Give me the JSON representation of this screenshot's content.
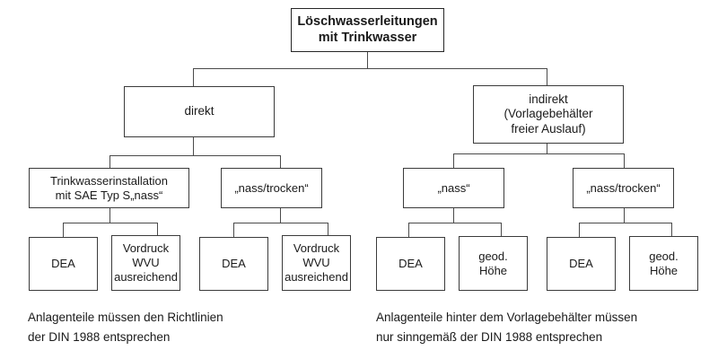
{
  "diagram": {
    "title_node": {
      "name": "root",
      "label": "Löschwasserleitungen\nmit Trinkwasser"
    },
    "level2": [
      {
        "name": "direkt",
        "label": "direkt"
      },
      {
        "name": "indirekt",
        "label": "indirekt\n(Vorlagebehälter\nfreier Auslauf)"
      }
    ],
    "level3": [
      {
        "name": "trinkwasserinstallation-sae",
        "label": "Trinkwasserinstallation\nmit SAE Typ S„nass“"
      },
      {
        "name": "nass-trocken-links",
        "label": "„nass/trocken“"
      },
      {
        "name": "nass-rechts",
        "label": "„nass“"
      },
      {
        "name": "nass-trocken-rechts",
        "label": "„nass/trocken“"
      }
    ],
    "leaves": [
      {
        "name": "dea-1",
        "label": "DEA"
      },
      {
        "name": "vordruck-wvu-1",
        "label": "Vordruck\nWVU\nausreichend"
      },
      {
        "name": "dea-2",
        "label": "DEA"
      },
      {
        "name": "vordruck-wvu-2",
        "label": "Vordruck\nWVU\nausreichend"
      },
      {
        "name": "dea-3",
        "label": "DEA"
      },
      {
        "name": "geod-hoehe-1",
        "label": "geod.\nHöhe"
      },
      {
        "name": "dea-4",
        "label": "DEA"
      },
      {
        "name": "geod-hoehe-2",
        "label": "geod.\nHöhe"
      }
    ],
    "captions": [
      {
        "name": "caption-left",
        "text": "Anlagenteile müssen den Richtlinien\nder DIN 1988 entsprechen"
      },
      {
        "name": "caption-right",
        "text": "Anlagenteile hinter dem Vorlagebehälter müssen\nnur sinngemäß der DIN 1988 entsprechen"
      }
    ],
    "colors": {
      "background": "#ffffff",
      "box_border": "#3b3b3b",
      "root_border": "#262626",
      "connector": "#4a4a4a",
      "text": "#1a1a1a"
    }
  }
}
